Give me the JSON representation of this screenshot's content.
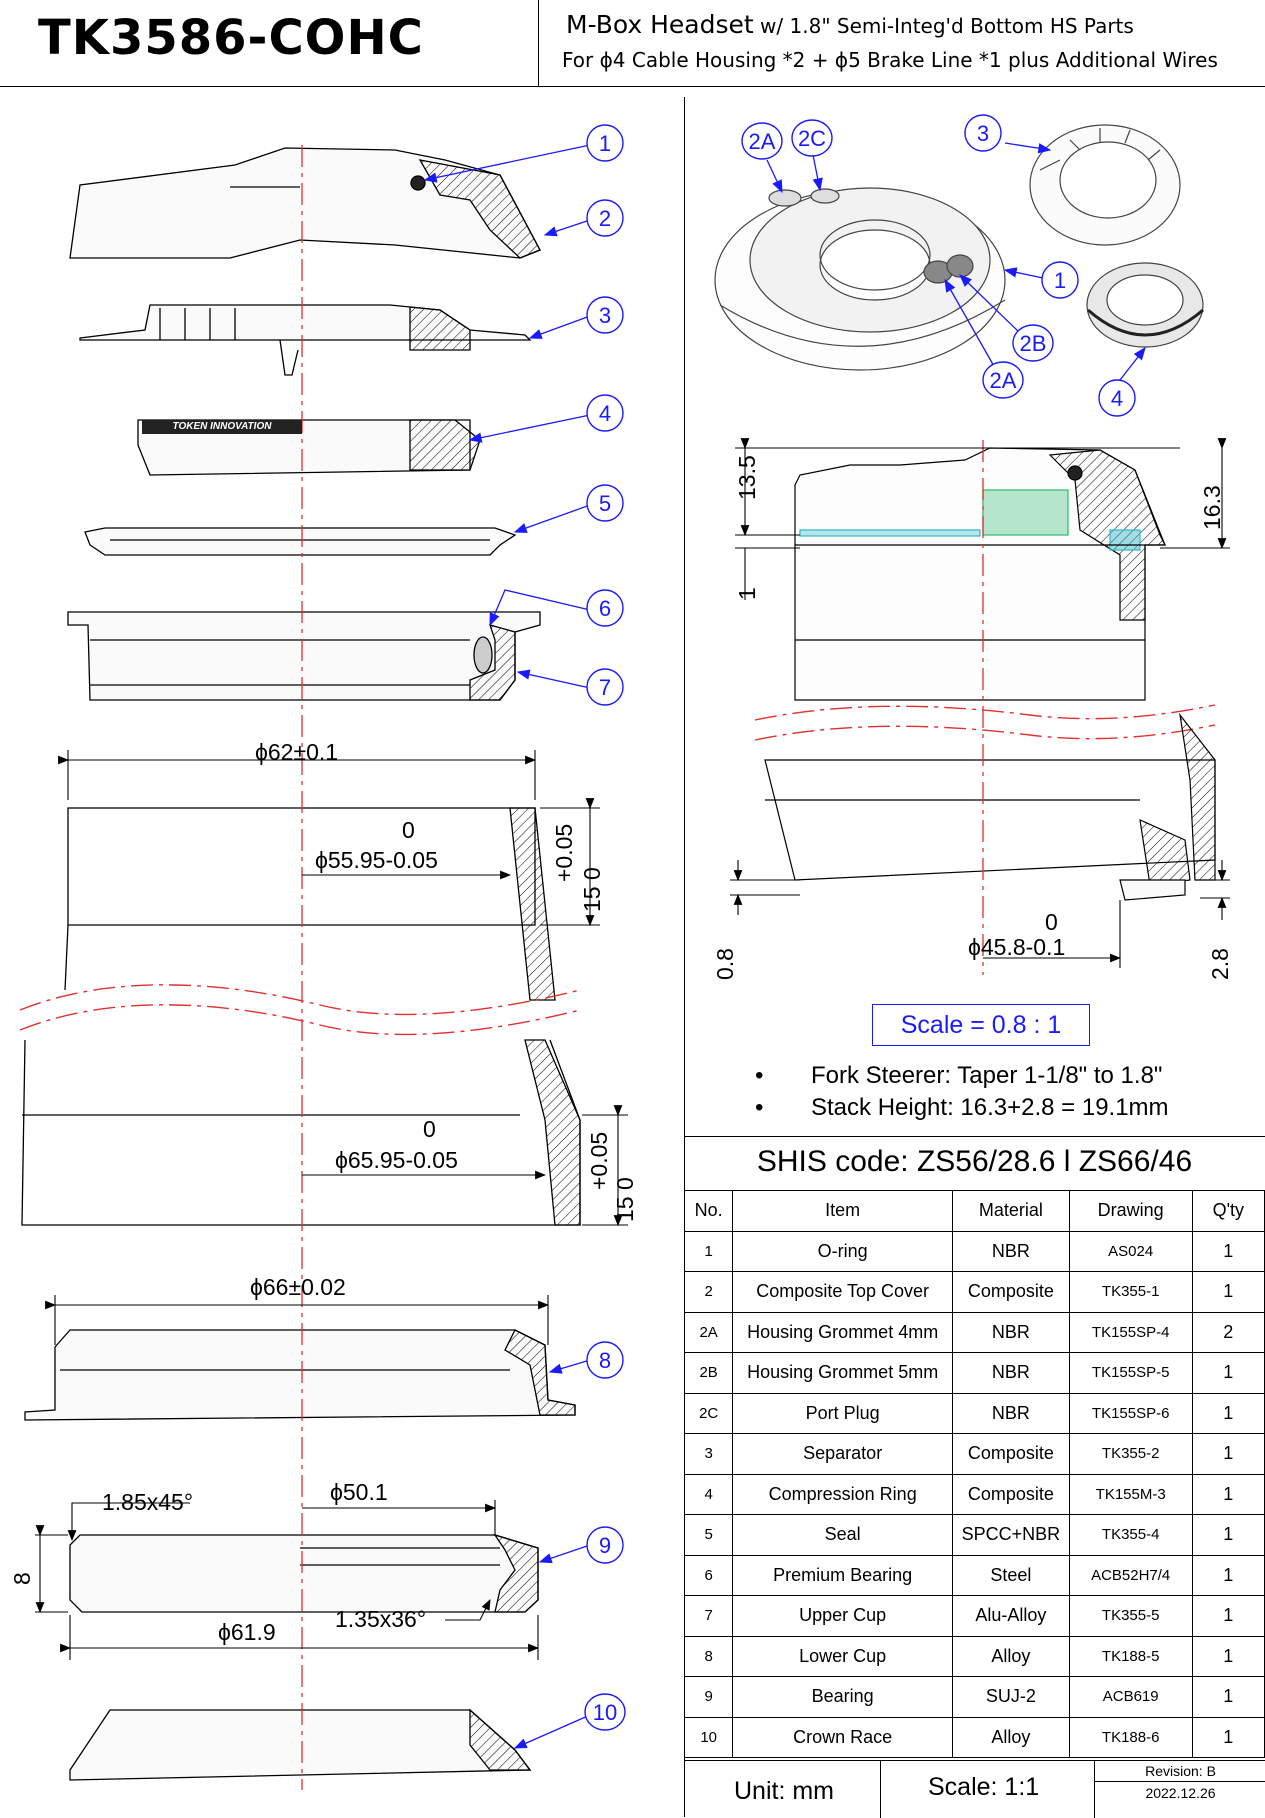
{
  "header": {
    "model": "TK3586-COHC",
    "title_main": "M-Box Headset",
    "title_sub": " w/ 1.8\" Semi-Integ'd Bottom HS Parts",
    "title_line2": "For ϕ4 Cable Housing *2 + ϕ5 Brake Line *1 plus Additional Wires"
  },
  "callouts_left": [
    "1",
    "2",
    "3",
    "4",
    "5",
    "6",
    "7",
    "8",
    "9",
    "10"
  ],
  "callouts_right": [
    "2A",
    "2C",
    "3",
    "1",
    "2B",
    "2A",
    "4"
  ],
  "logo_text": "TOKEN INNOVATION",
  "dimensions_left": {
    "d62": "ϕ62±0.1",
    "d5595_top": "0",
    "d5595": "ϕ55.95-0.05",
    "tol_upper": "+0.05",
    "tol_upper_b": "15 0",
    "d6595_top": "0",
    "d6595": "ϕ65.95-0.05",
    "tol_lower": "+0.05",
    "tol_lower_b": "15 0",
    "d66": "ϕ66±0.02",
    "chamfer1": "1.85x45°",
    "d501": "ϕ50.1",
    "h8": "8",
    "d619": "ϕ61.9",
    "chamfer2": "1.35x36°"
  },
  "dimensions_right": {
    "h135": "13.5",
    "h1": "1",
    "h163": "16.3",
    "h08": "0.8",
    "d458_top": "0",
    "d458": "ϕ45.8-0.1",
    "h28": "2.8"
  },
  "scale_note": "Scale = 0.8 : 1",
  "bullets": [
    {
      "dot": "•",
      "text": "Fork Steerer:  Taper 1-1/8\" to 1.8\""
    },
    {
      "dot": "•",
      "text": "Stack Height: 16.3+2.8 = 19.1mm"
    }
  ],
  "shis_code": "SHIS code: ZS56/28.6 l ZS66/46",
  "parts_table": {
    "headers": [
      "No.",
      "Item",
      "Material",
      "Drawing",
      "Q'ty"
    ],
    "rows": [
      [
        "1",
        "O-ring",
        "NBR",
        "AS024",
        "1"
      ],
      [
        "2",
        "Composite Top Cover",
        "Composite",
        "TK355-1",
        "1"
      ],
      [
        "2A",
        "Housing Grommet 4mm",
        "NBR",
        "TK155SP-4",
        "2"
      ],
      [
        "2B",
        "Housing Grommet 5mm",
        "NBR",
        "TK155SP-5",
        "1"
      ],
      [
        "2C",
        "Port Plug",
        "NBR",
        "TK155SP-6",
        "1"
      ],
      [
        "3",
        "Separator",
        "Composite",
        "TK355-2",
        "1"
      ],
      [
        "4",
        "Compression Ring",
        "Composite",
        "TK155M-3",
        "1"
      ],
      [
        "5",
        "Seal",
        "SPCC+NBR",
        "TK355-4",
        "1"
      ],
      [
        "6",
        "Premium Bearing",
        "Steel",
        "ACB52H7/4",
        "1"
      ],
      [
        "7",
        "Upper Cup",
        "Alu-Alloy",
        "TK355-5",
        "1"
      ],
      [
        "8",
        "Lower Cup",
        "Alloy",
        "TK188-5",
        "1"
      ],
      [
        "9",
        "Bearing",
        "SUJ-2",
        "ACB619",
        "1"
      ],
      [
        "10",
        "Crown Race",
        "Alloy",
        "TK188-6",
        "1"
      ]
    ]
  },
  "footer": {
    "unit": "Unit: mm",
    "scale": "Scale: 1:1",
    "revision": "Revision: B",
    "date": "2022.12.26"
  },
  "colors": {
    "callout": "#1a1aff",
    "centerline": "#e03030",
    "accent_green": "#2fb86a",
    "accent_cyan": "#32b6c8"
  }
}
